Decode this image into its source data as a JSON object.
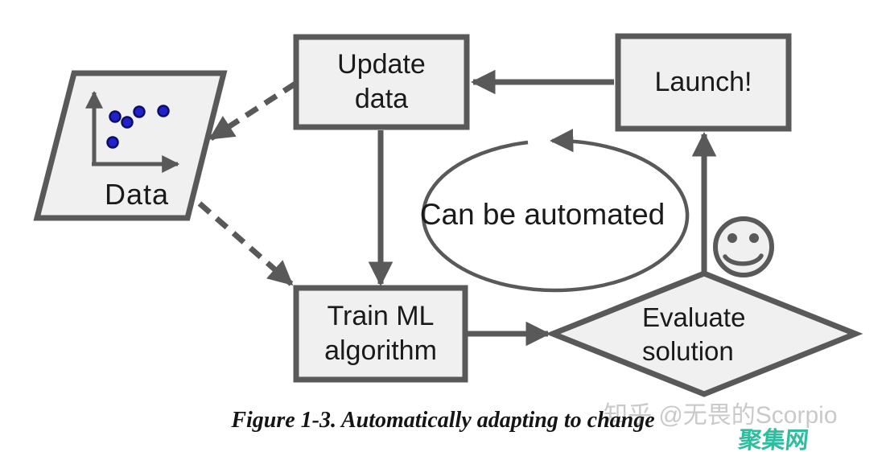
{
  "figure": {
    "caption": "Figure 1-3. Automatically adapting to change"
  },
  "nodes": {
    "data": {
      "label": "Data",
      "shape": "parallelogram"
    },
    "update_data": {
      "label": "Update\ndata",
      "shape": "rectangle"
    },
    "launch": {
      "label": "Launch!",
      "shape": "rectangle"
    },
    "train_ml": {
      "label": "Train ML\nalgorithm",
      "shape": "rectangle"
    },
    "evaluate_solution": {
      "label": "Evaluate\nsolution",
      "shape": "diamond"
    }
  },
  "annotation": {
    "label": "Can be automated",
    "shape": "ellipse-cycle-arrow"
  },
  "edges": [
    {
      "from": "launch",
      "to": "update_data",
      "style": "solid"
    },
    {
      "from": "update_data",
      "to": "train_ml",
      "style": "solid"
    },
    {
      "from": "train_ml",
      "to": "evaluate_solution",
      "style": "solid"
    },
    {
      "from": "evaluate_solution",
      "to": "launch",
      "style": "solid"
    },
    {
      "from": "update_data",
      "to": "data",
      "style": "dashed"
    },
    {
      "from": "data",
      "to": "train_ml",
      "style": "dashed"
    }
  ],
  "icons": {
    "smiley": "smiley-face-icon",
    "scatter": "scatter-plot-icon"
  },
  "watermarks": {
    "zhihu": "知乎 @无畏的Scorpio",
    "site": "聚集网"
  },
  "colors": {
    "outline": "#595959",
    "node_fill": "#f0f0f0",
    "dot_blue": "#2121cc",
    "dot_edge": "#0d0d66",
    "text": "#1a1a1a",
    "watermark_gray": "#c9c9c9",
    "watermark_teal": "#2ebd9e"
  }
}
